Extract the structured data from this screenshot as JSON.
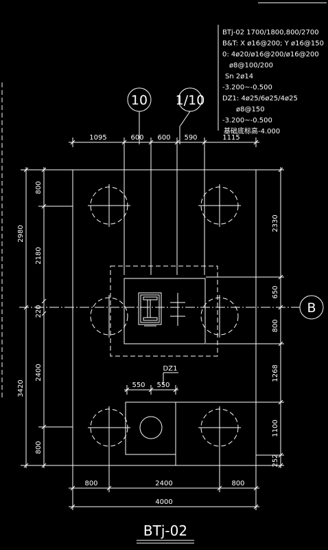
{
  "notes": [
    "BTj-02  1700/1800,800/2700",
    "B&T: X ø16@200; Y ø16@150",
    "0: 4ø20/ø16@200/ø16@200",
    "ø8@100/200",
    "Sn 2ø14",
    "-3.200~-0.500",
    "DZ1: 4ø25/6ø25/4ø25",
    "ø8@150",
    "-3.200~-0.500",
    "基础底标高-4.000"
  ],
  "axes": {
    "grid_10": "10",
    "grid_1_10": "1/10",
    "grid_b": "B"
  },
  "top_dims": [
    "1095",
    "600",
    "600",
    "590",
    "1115"
  ],
  "right_dims": [
    "2330",
    "650",
    "800",
    "1268",
    "1100",
    "252"
  ],
  "left_inner_dims": [
    "800",
    "2180",
    "220",
    "2400",
    "800"
  ],
  "left_outer_dims": [
    "2980",
    "3420"
  ],
  "small_dims": [
    "550",
    "550"
  ],
  "column_label": "DZ1",
  "bottom_dims": [
    "800",
    "2400",
    "800"
  ],
  "total_width": "4000",
  "title": "BTj-02"
}
